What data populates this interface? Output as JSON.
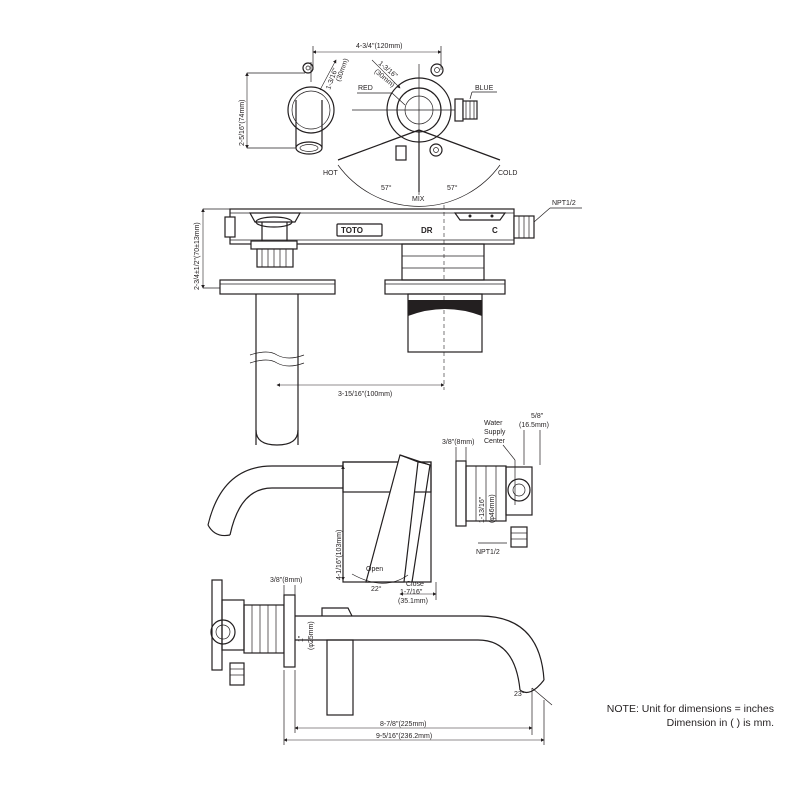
{
  "top_view": {
    "width_dim": "4-3/4\"(120mm)",
    "height_dim": "2-5/16\"(74mm)",
    "hole_a": "1-3/16\"",
    "hole_a_mm": "(30mm)",
    "hole_b": "1-3/16\"",
    "hole_b_mm": "(30mm)",
    "red": "RED",
    "blue": "BLUE",
    "hot": "HOT",
    "cold": "COLD",
    "mix": "MIX",
    "angle_left": "57°",
    "angle_right": "57°"
  },
  "body_view": {
    "height_dim": "2-3/4±1/2\"(70±13mm)",
    "brand": "TOTO",
    "dr": "DR",
    "c": "C",
    "npt": "NPT1/2",
    "offset_dim": "3-15/16\"(100mm)"
  },
  "handle_view": {
    "water_supply": [
      "Water",
      "Supply",
      "Center"
    ],
    "offset": "5/8\"",
    "offset_mm": "(16.5mm)",
    "plate": "3/8\"(8mm)",
    "pipe": "1-13/16\"",
    "pipe_mm": "(φ46mm)",
    "height": "4-1/16\"(103mm)",
    "open": "Open",
    "close": "Close",
    "angle": "22°",
    "depth": "1-7/16\"",
    "depth_mm": "(35.1mm)",
    "npt": "NPT1/2"
  },
  "side_view": {
    "plate": "3/8\"(8mm)",
    "pipe": "1\"",
    "pipe_mm": "(φ25mm)",
    "angle": "23°",
    "spout_len": "8-7/8\"(225mm)",
    "total_len": "9-5/16\"(236.2mm)"
  },
  "note": {
    "line1": "NOTE: Unit for dimensions = inches",
    "line2": "Dimension in ( ) is mm."
  }
}
